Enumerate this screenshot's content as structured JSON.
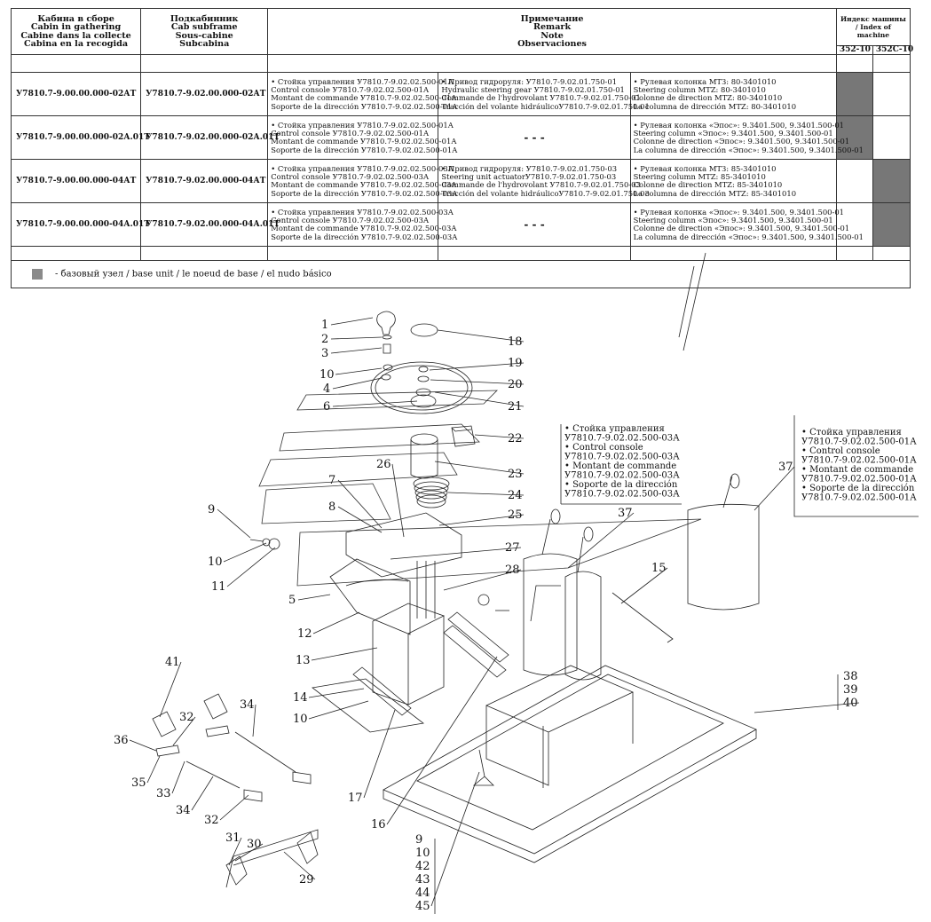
{
  "header": {
    "col1": [
      "Кабина в сборе",
      "Cabin in gathering",
      "Cabine dans la collecte",
      "Cabina en la recogida"
    ],
    "col2": [
      "Подкабинник",
      "Cab subframe",
      "Sous-cabine",
      "Subcabina"
    ],
    "col3": [
      "Примечание",
      "Remark",
      "Note",
      "Observaciones"
    ],
    "col4": "Индекс машины / Index of machine",
    "idx1": "352-10",
    "idx2": "352С-10"
  },
  "rows": [
    {
      "cabin": "У7810.7-9.00.00.000-02АТ",
      "subframe": "У7810.7-9.02.00.000-02АТ",
      "note1": [
        "• Стойка управления У7810.7-9.02.02.500-01А",
        "Control console У7810.7-9.02.02.500-01А",
        "Montant de commande У7810.7-9.02.02.500-01А",
        "Soporte de la dirección У7810.7-9.02.02.500-01А"
      ],
      "note2": [
        "• Привод гидроруля: У7810.7-9.02.01.750-01",
        "Hydraulic steering gear У7810.7-9.02.01.750-01",
        "Commande de l'hydrovolant У7810.7-9.02.01.750-01",
        "Tracción del volante hidráulicoУ7810.7-9.02.01.750-01"
      ],
      "note3": [
        "• Рулевая колонка МТЗ: 80-3401010",
        "Steering column MTZ: 80-3401010",
        "Colonne de direction MTZ: 80-3401010",
        "La columna de dirección MTZ: 80-3401010"
      ],
      "shade1": true,
      "shade2": false
    },
    {
      "cabin": "У7810.7-9.00.00.000-02А.01Т",
      "subframe": "У7810.7-9.02.00.000-02А.01Т",
      "note1": [
        "• Стойка управления У7810.7-9.02.02.500-01А",
        "Control console У7810.7-9.02.02.500-01А",
        "Montant de commande У7810.7-9.02.02.500-01А",
        "Soporte de la dirección У7810.7-9.02.02.500-01А"
      ],
      "note2": [
        "- - -"
      ],
      "note3": [
        "• Рулевая колонка «Эпос»: 9.3401.500, 9.3401.500-01",
        "Steering column «Эпос»: 9.3401.500, 9.3401.500-01",
        "Colonne de direction «Эпос»: 9.3401.500, 9.3401.500-01",
        "La columna de dirección «Эпос»: 9.3401.500, 9.3401.500-01"
      ],
      "shade1": true,
      "shade2": false
    },
    {
      "cabin": "У7810.7-9.00.00.000-04АТ",
      "subframe": "У7810.7-9.02.00.000-04АТ",
      "note1": [
        "• Стойка управления У7810.7-9.02.02.500-03А",
        "Control console У7810.7-9.02.02.500-03А",
        "Montant de commande У7810.7-9.02.02.500-03А",
        "Soporte de la dirección У7810.7-9.02.02.500-03А"
      ],
      "note2": [
        "• Привод гидроруля: У7810.7-9.02.01.750-03",
        "Steering unit actuatorУ7810.7-9.02.01.750-03",
        "Commande de l'hydrovolant У7810.7-9.02.01.750-03",
        "Tracción del volante hidráulicoУ7810.7-9.02.01.750-03"
      ],
      "note3": [
        "• Рулевая колонка МТЗ: 85-3401010",
        "Steering column MTZ: 85-3401010",
        "Colonne de direction MTZ: 85-3401010",
        "La columna de dirección MTZ: 85-3401010"
      ],
      "shade1": false,
      "shade2": true
    },
    {
      "cabin": "У7810.7-9.00.00.000-04А.01Т",
      "subframe": "У7810.7-9.02.00.000-04А.01Т",
      "note1": [
        "• Стойка управления У7810.7-9.02.02.500-03А",
        "Control console У7810.7-9.02.02.500-03А",
        "Montant de commande У7810.7-9.02.02.500-03А",
        "Soporte de la dirección У7810.7-9.02.02.500-03А"
      ],
      "note2": [
        "- - -"
      ],
      "note3": [
        "• Рулевая колонка «Эпос»: 9.3401.500, 9.3401.500-01",
        "Steering column «Эпос»: 9.3401.500, 9.3401.500-01",
        "Colonne de direction «Эпос»: 9.3401.500, 9.3401.500-01",
        "La columna de dirección «Эпос»: 9.3401.500, 9.3401.500-01"
      ],
      "shade1": false,
      "shade2": true
    }
  ],
  "legend": "- базовый узел / base unit / le noeud de base / el nudo básico",
  "note_box_a": [
    "• Стойка управления",
    "У7810.7-9.02.02.500-03А",
    "• Control console",
    "У7810.7-9.02.02.500-03А",
    "• Montant de commande",
    "У7810.7-9.02.02.500-03А",
    "• Soporte de la dirección",
    "У7810.7-9.02.02.500-03А"
  ],
  "note_box_b": [
    "• Стойка управления",
    "У7810.7-9.02.02.500-01А",
    "• Control console",
    "У7810.7-9.02.02.500-01А",
    "• Montant de commande",
    "У7810.7-9.02.02.500-01А",
    "• Soporte de la dirección",
    "У7810.7-9.02.02.500-01А"
  ],
  "callouts": {
    "c1": "1",
    "c2": "2",
    "c3": "3",
    "c4": "4",
    "c5": "5",
    "c6": "6",
    "c7": "7",
    "c8": "8",
    "c9": "9",
    "c10": "10",
    "c11": "11",
    "c12": "12",
    "c13": "13",
    "c14": "14",
    "c15": "15",
    "c16": "16",
    "c17": "17",
    "c18": "18",
    "c19": "19",
    "c20": "20",
    "c21": "21",
    "c22": "22",
    "c23": "23",
    "c24": "24",
    "c25": "25",
    "c26": "26",
    "c27": "27",
    "c28": "28",
    "c29": "29",
    "c30": "30",
    "c31": "31",
    "c32": "32",
    "c33": "33",
    "c34": "34",
    "c35": "35",
    "c36": "36",
    "c37": "37",
    "c38": "38",
    "c39": "39",
    "c40": "40",
    "c41": "41",
    "c42": "42",
    "c43": "43",
    "c44": "44",
    "c45": "45"
  },
  "colors": {
    "shade": "#777777",
    "line": "#222222"
  }
}
